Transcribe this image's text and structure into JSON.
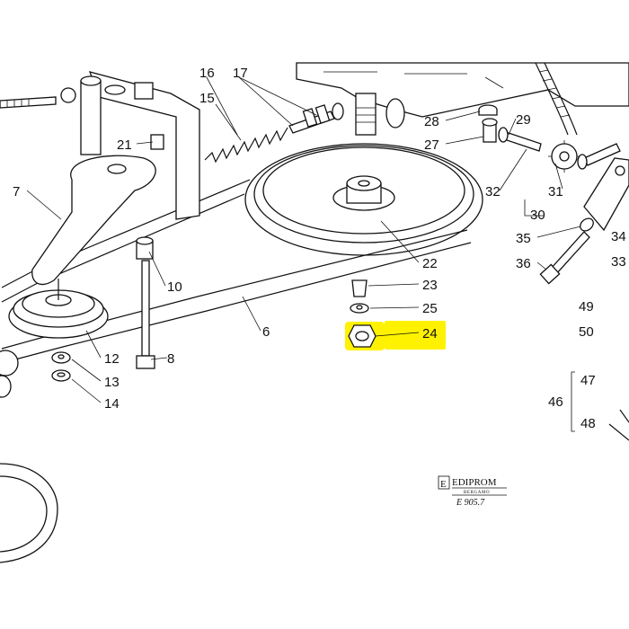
{
  "diagram": {
    "part_labels": {
      "p6": "6",
      "p7": "7",
      "p8": "8",
      "p10": "10",
      "p12": "12",
      "p13": "13",
      "p14": "14",
      "p15": "15",
      "p16": "16",
      "p17": "17",
      "p21": "21",
      "p22": "22",
      "p23": "23",
      "p24": "24",
      "p25": "25",
      "p27": "27",
      "p28": "28",
      "p29": "29",
      "p30": "30",
      "p31": "31",
      "p32": "32",
      "p33": "33",
      "p34": "34",
      "p35": "35",
      "p36": "36",
      "p46": "46",
      "p47": "47",
      "p48": "48",
      "p49": "49",
      "p50": "50"
    },
    "highlighted_part": "24",
    "highlight_color": "#FFF200",
    "publisher": {
      "logo_text": "E",
      "name": "EDIPROM",
      "city": "BERGAMO",
      "code": "E 905.7"
    }
  }
}
